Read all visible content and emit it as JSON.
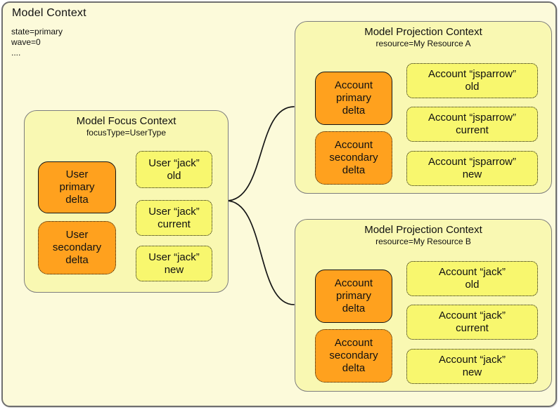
{
  "root": {
    "title": "Model Context",
    "attrs": [
      "state=primary",
      "wave=0",
      "...."
    ]
  },
  "focus": {
    "title": "Model Focus Context",
    "subtitle": "focusType=UserType",
    "primary_delta": "User\nprimary\ndelta",
    "secondary_delta": "User\nsecondary\ndelta",
    "items": [
      "User “jack”\nold",
      "User “jack”\ncurrent",
      "User “jack”\nnew"
    ]
  },
  "projection_a": {
    "title": "Model Projection Context",
    "subtitle": "resource=My Resource A",
    "primary_delta": "Account\nprimary\ndelta",
    "secondary_delta": "Account\nsecondary\ndelta",
    "items": [
      "Account “jsparrow”\nold",
      "Account “jsparrow”\ncurrent",
      "Account “jsparrow”\nnew"
    ]
  },
  "projection_b": {
    "title": "Model Projection Context",
    "subtitle": "resource=My Resource B",
    "primary_delta": "Account\nprimary\ndelta",
    "secondary_delta": "Account\nsecondary\ndelta",
    "items": [
      "Account “jack”\nold",
      "Account “jack”\ncurrent",
      "Account “jack”\nnew"
    ]
  },
  "colors": {
    "outer_background": "#FCFADA",
    "context_background": "#F9F8B2",
    "item_yellow": "#F8F76E",
    "delta_orange": "#FFA11E",
    "context_border": "#7d7d7d",
    "node_border": "#141414",
    "connector": "#161616"
  }
}
